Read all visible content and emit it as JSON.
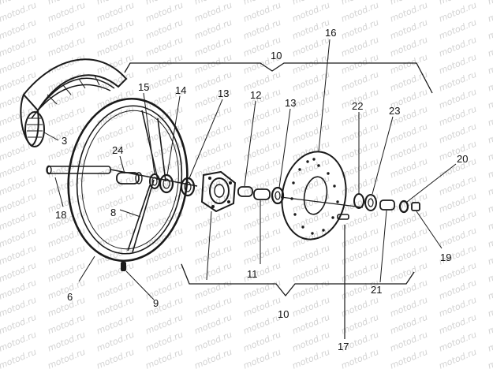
{
  "watermark": {
    "text": "motod.ru"
  },
  "colors": {
    "ink": "#1a1a1a",
    "watermark": "#d3d3d3",
    "background": "#ffffff"
  },
  "callouts": {
    "c3": "3",
    "c6": "6",
    "c8": "8",
    "c9": "9",
    "c10_top": "10",
    "c10_bottom": "10",
    "c11": "11",
    "c12": "12",
    "c13_left": "13",
    "c13_right": "13",
    "c14": "14",
    "c15": "15",
    "c16": "16",
    "c17": "17",
    "c18": "18",
    "c19": "19",
    "c20": "20",
    "c21": "21",
    "c22": "22",
    "c23": "23",
    "c24": "24"
  }
}
